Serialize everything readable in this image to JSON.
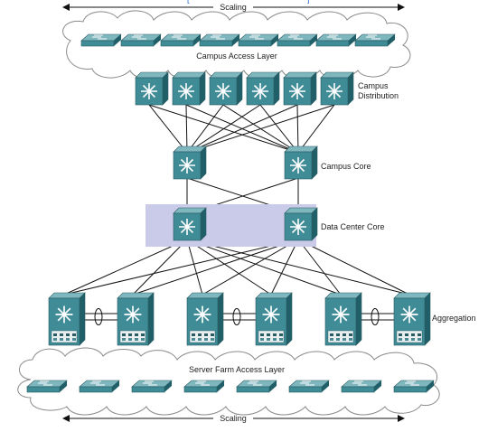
{
  "top_scaling": {
    "label": "Scaling"
  },
  "bottom_scaling": {
    "label": "Scaling"
  },
  "layers": {
    "campus_access": "Campus Access Layer",
    "campus_distribution_line1": "Campus",
    "campus_distribution_line2": "Distribution",
    "campus_core": "Campus Core",
    "dc_core": "Data Center Core",
    "aggregation": "Aggregation",
    "server_farm_access": "Server Farm Access Layer"
  },
  "device_counts_note": "",
  "colors": {
    "device_front": "#3f8b96",
    "device_top": "#7fb7bf",
    "device_side": "#215f68",
    "dc_core_highlight": "#c9cbe8",
    "cloud_stroke": "#8a8a8a",
    "link": "#111111",
    "top_banner_accent": "#2a6fd6"
  }
}
